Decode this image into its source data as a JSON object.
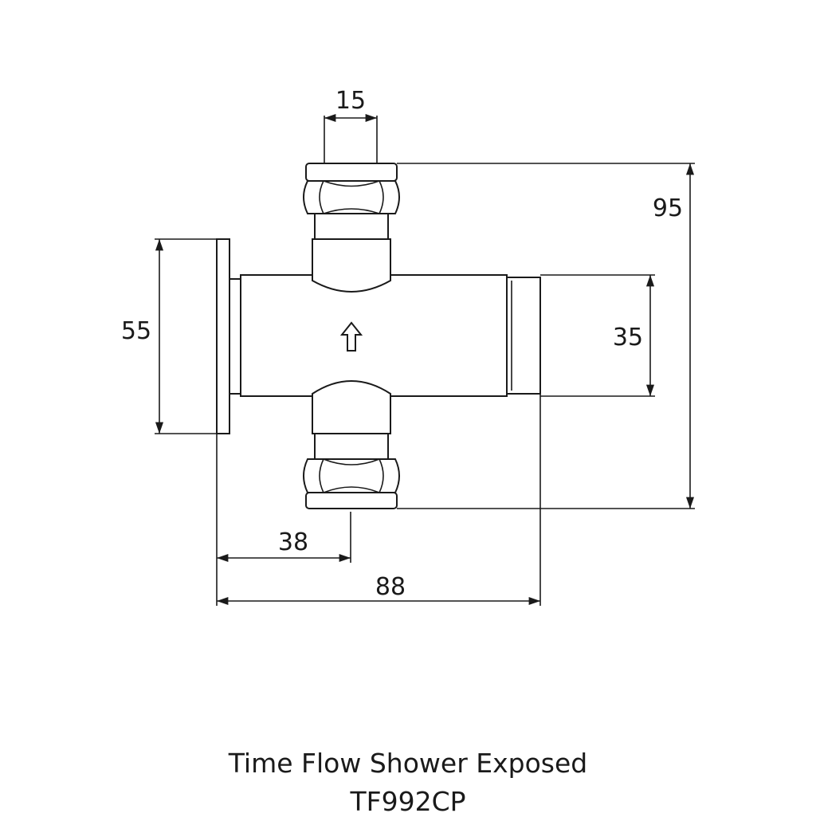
{
  "dimensions": {
    "inlet_width": "15",
    "overall_height": "95",
    "flange_height": "55",
    "outlet_height": "35",
    "flange_to_center": "38",
    "overall_depth": "88"
  },
  "caption": {
    "title": "Time Flow Shower Exposed",
    "model": "TF992CP"
  },
  "icons": {
    "flow_arrow": "up-arrow-outline-icon"
  }
}
